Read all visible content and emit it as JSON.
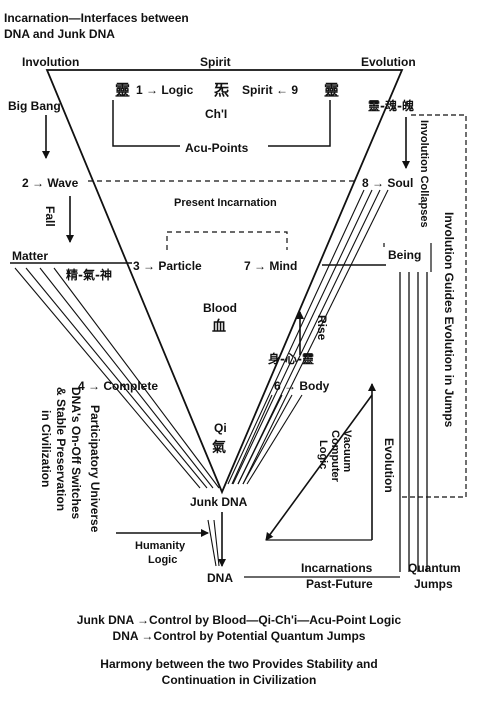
{
  "title_line1": "Incarnation—Interfaces between",
  "title_line2": "DNA and Junk DNA",
  "labels": {
    "involution": "Involution",
    "spirit": "Spirit",
    "evolution": "Evolution",
    "logic": "1 → Logic",
    "spirit9": "Spirit ← 9",
    "chi": "Ch'I",
    "acupoints": "Acu-Points",
    "bigbang": "Big Bang",
    "wave": "2 → Wave",
    "soul": "8 → Soul",
    "fall": "Fall",
    "present": "Present Incarnation",
    "involution_collapses": "Involution Collapses",
    "matter": "Matter",
    "particle": "3 → Particle",
    "mind": "7 → Mind",
    "being": "Being",
    "guides": "Involution Guides Evolution in Jumps",
    "blood": "Blood",
    "rise": "Rise",
    "complete": "4 → Complete",
    "body": "6 → Body",
    "participatory": "Participatory Universe",
    "switches1": "DNA's On-Off Switches",
    "switches2": "& Stable Preservation",
    "switches3": "in Civilization",
    "qi": "Qi",
    "vacuum1": "Vacuum",
    "vacuum2": "Computer",
    "vacuum3": "Logic",
    "evolution_v": "Evolution",
    "junkdna": "Junk DNA",
    "humanity1": "Humanity",
    "humanity2": "Logic",
    "dna": "DNA",
    "incarnations": "Incarnations",
    "pastfuture": "Past-Future",
    "quantum": "Quantum",
    "jumps": "Jumps"
  },
  "cjk": {
    "ling_left": "靈",
    "xuan": "炁",
    "ling_right": "靈",
    "linghunpo": "靈-魂-魄",
    "jingqishen": "精-氣-神",
    "xue": "血",
    "shenxinling": "身-心-靈",
    "qi": "氣"
  },
  "captions": {
    "line1": "Junk DNA →Control by Blood—Qi-Ch'i—Acu-Point Logic",
    "line2": "DNA →Control by Potential Quantum Jumps",
    "line3": "Harmony between the two Provides Stability and",
    "line4": "Continuation in Civilization"
  }
}
